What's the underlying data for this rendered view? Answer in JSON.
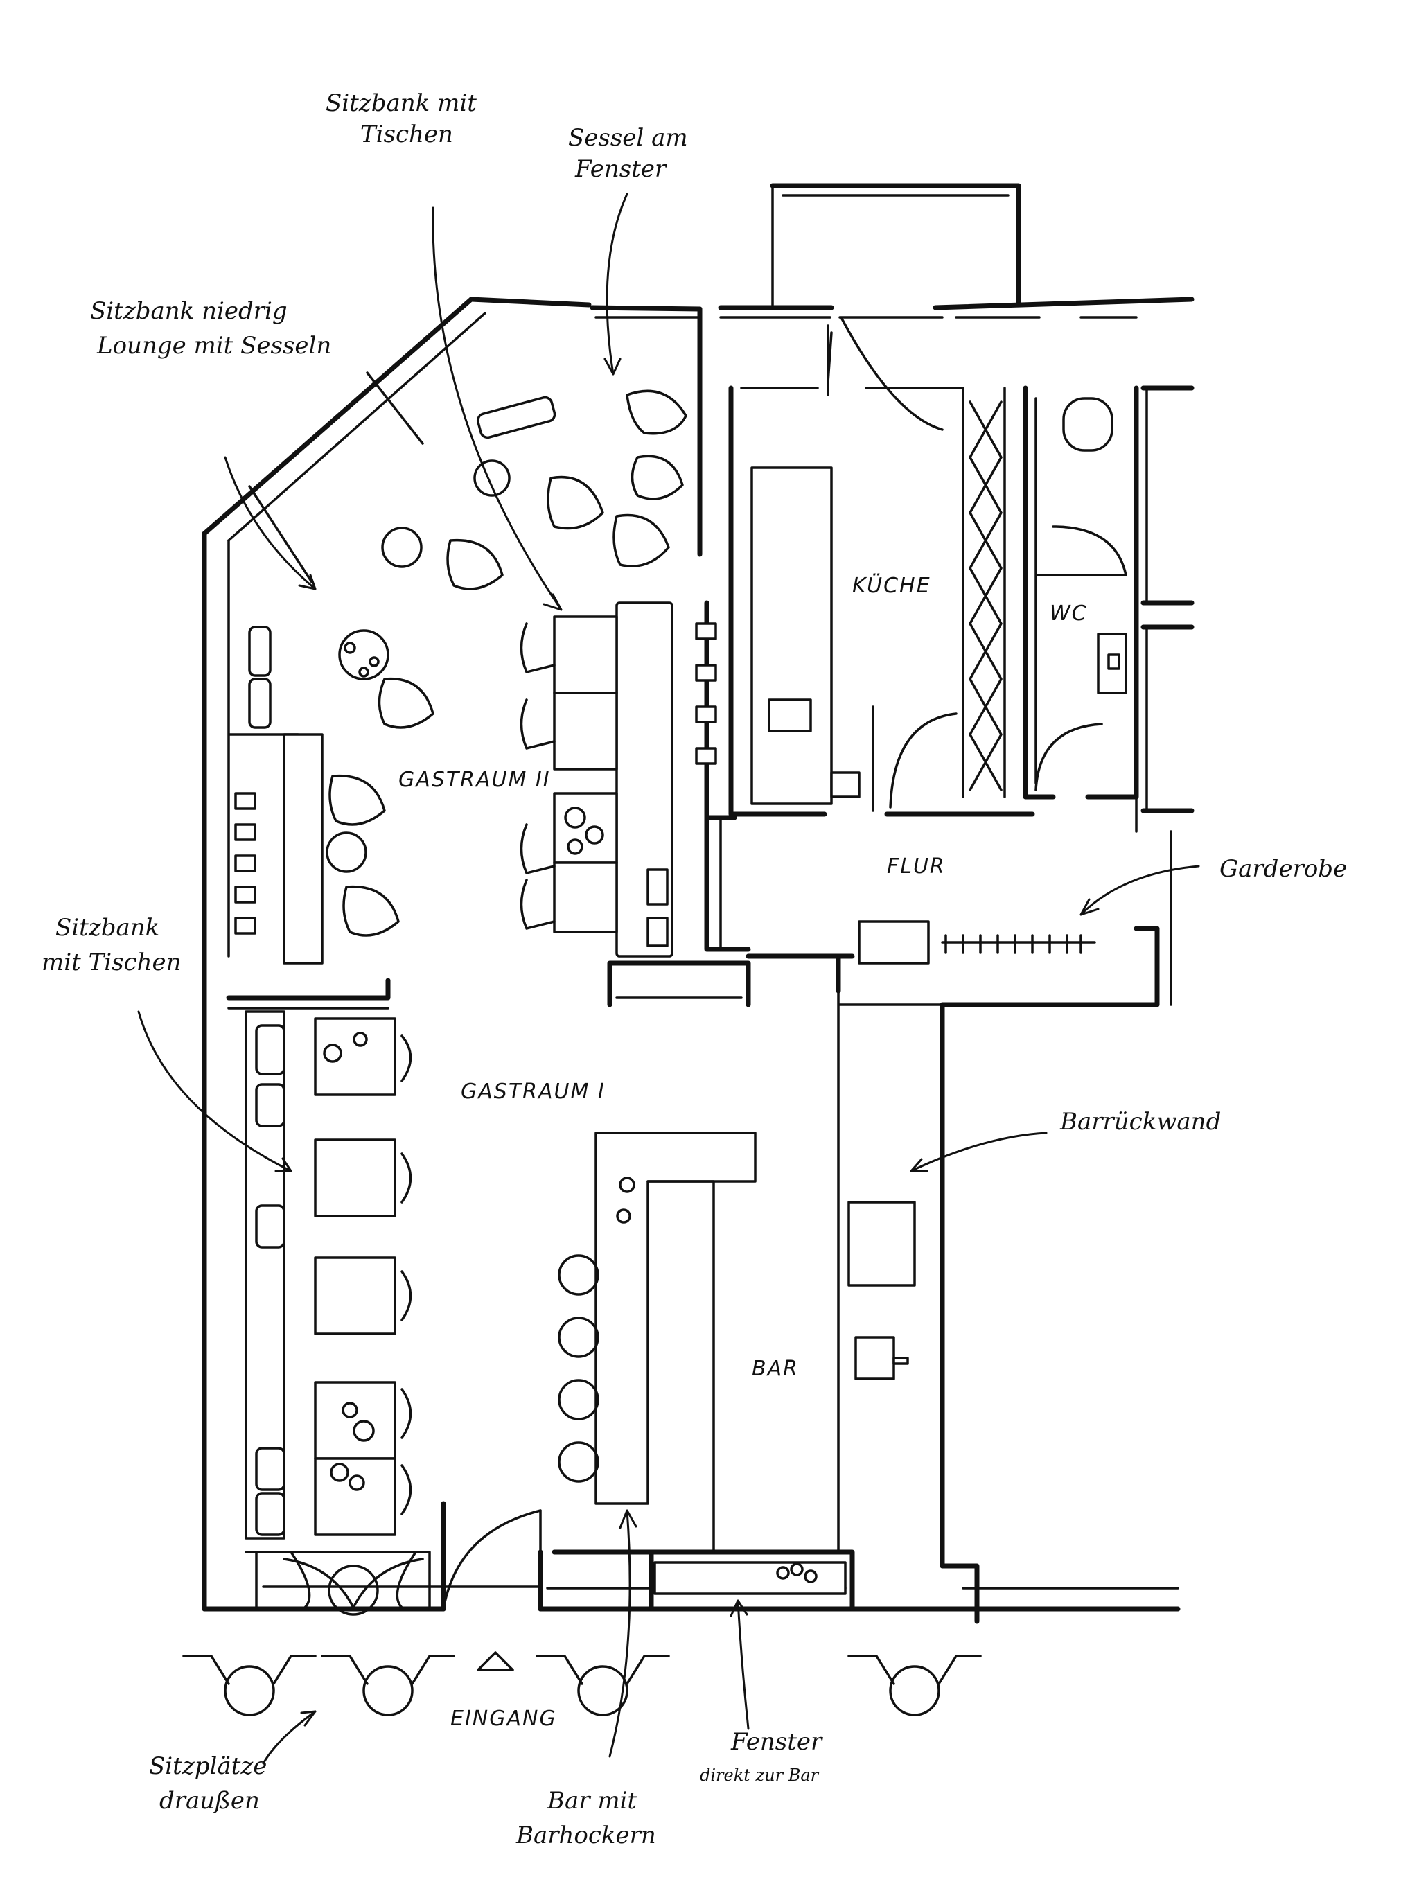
{
  "rooms": {
    "kueche": "KÜCHE",
    "wc": "WC",
    "flur": "FLUR",
    "gastraum2": "GASTRAUM II",
    "gastraum1": "GASTRAUM I",
    "bar": "BAR",
    "eingang": "EINGANG"
  },
  "annotations": {
    "sitzbank_tischen_top": [
      "Sitzbank mit",
      "Tischen"
    ],
    "sessel_fenster": [
      "Sessel am",
      "Fenster"
    ],
    "sitzbank_niedrig": [
      "Sitzbank niedrig",
      "Lounge mit Sesseln"
    ],
    "sitzbank_tischen_left": [
      "Sitzbank",
      "mit Tischen"
    ],
    "garderobe": [
      "Garderobe"
    ],
    "barrueckwand": [
      "Barrückwand"
    ],
    "sitzplaetze": [
      "Sitzplätze",
      "draußen"
    ],
    "bar_hocker": [
      "Bar mit",
      "Barhockern"
    ],
    "fenster_bar": [
      "Fenster",
      "direkt zur Bar"
    ]
  }
}
